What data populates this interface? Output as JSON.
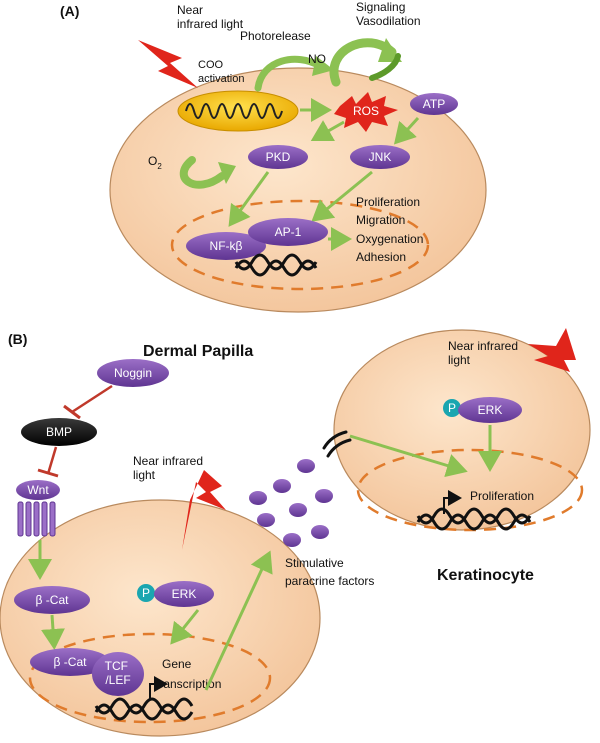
{
  "panelA": {
    "label": "(A)",
    "nir": [
      "Near",
      "infrared light"
    ],
    "coo": [
      "COO",
      "activation"
    ],
    "photorelease": "Photorelease",
    "no": "NO",
    "signaling": [
      "Signaling",
      "Vasodilation"
    ],
    "ros": "ROS",
    "atp": "ATP",
    "o2": "O",
    "o2_sub": "2",
    "pkd": "PKD",
    "jnk": "JNK",
    "nfkb": "NF-kβ",
    "ap1": "AP-1",
    "outcomes": [
      "Proliferation",
      "Migration",
      "Oxygenation",
      "Adhesion"
    ]
  },
  "panelB": {
    "label": "(B)",
    "dermal_title": "Dermal Papilla",
    "noggin": "Noggin",
    "bmp": "BMP",
    "wnt": "Wnt",
    "nir": [
      "Near infrared",
      "light"
    ],
    "bcat1": "β -Cat",
    "p": "P",
    "erk": "ERK",
    "bcat2": "β -Cat",
    "tcf": [
      "TCF",
      "/LEF"
    ],
    "gene": [
      "Gene",
      "transcription"
    ],
    "stim": [
      "Stimulative",
      "paracrine factors"
    ],
    "kera_title": "Keratinocyte",
    "nir2": [
      "Near infrared",
      "light"
    ],
    "p2": "P",
    "erk2": "ERK",
    "prolif": "Proliferation"
  },
  "colors": {
    "cell": "#f8d2aa",
    "cell_edge": "#b98a5e",
    "purple": "#7d4fa8",
    "green": "#8cc152",
    "red": "#e0251b",
    "teal": "#1aa6b0",
    "inhibit": "#c0392b",
    "dash": "#e07b2c"
  }
}
